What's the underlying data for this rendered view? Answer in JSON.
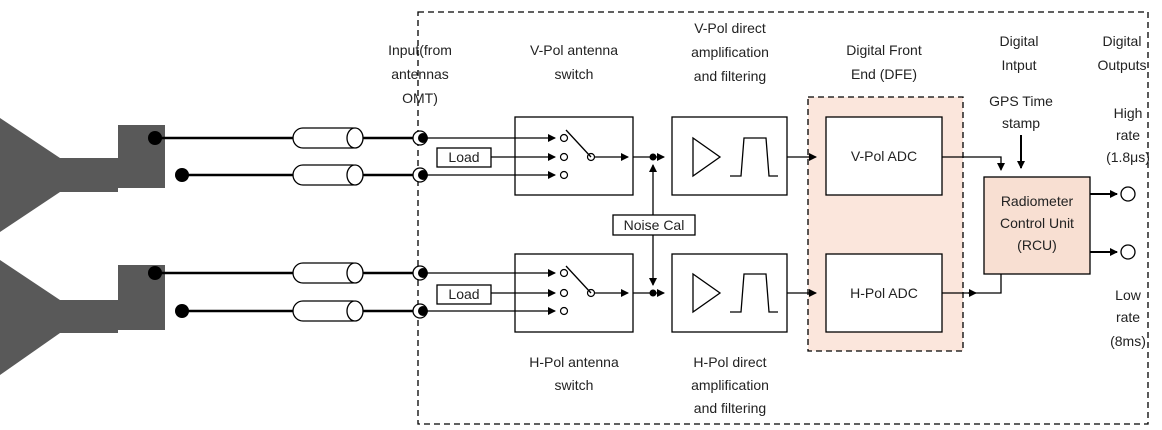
{
  "labels": {
    "input": [
      "Input(from",
      "antennas",
      "OMT)"
    ],
    "vpol_switch": [
      "V-Pol antenna",
      "switch"
    ],
    "vpol_amp": [
      "V-Pol direct",
      "amplification",
      "and filtering"
    ],
    "dfe": [
      "Digital Front",
      "End (DFE)"
    ],
    "digital_input": [
      "Digital",
      "Intput"
    ],
    "digital_outputs": [
      "Digital",
      "Outputs"
    ],
    "gps": [
      "GPS Time",
      "stamp"
    ],
    "high_rate": [
      "High",
      "rate",
      "(1.8μs)"
    ],
    "low_rate": [
      "Low",
      "rate",
      "(8ms)"
    ],
    "hpol_switch": [
      "H-Pol antenna",
      "switch"
    ],
    "hpol_amp": [
      "H-Pol direct",
      "amplification",
      "and filtering"
    ]
  },
  "boxes": {
    "load_v": "Load",
    "load_h": "Load",
    "noise_cal": "Noise Cal",
    "vpol_adc": "V-Pol ADC",
    "hpol_adc": "H-Pol ADC",
    "rcu": [
      "Radiometer",
      "Control Unit",
      "(RCU)"
    ]
  },
  "colors": {
    "antenna": "#595959",
    "dfe_fill": "#fbe6dc",
    "rcu_fill": "#f8dfd2",
    "line": "#000000"
  }
}
